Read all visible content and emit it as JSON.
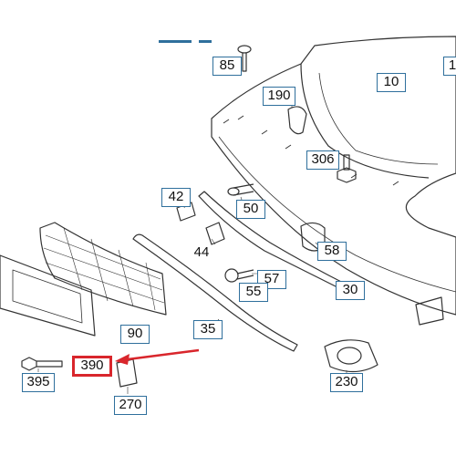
{
  "diagram": {
    "labels": {
      "p10": "10",
      "p30": "30",
      "p35": "35",
      "p42": "42",
      "p44": "44",
      "p50": "50",
      "p55": "55",
      "p57": "57",
      "p58": "58",
      "p85": "85",
      "p90": "90",
      "p190": "190",
      "p230": "230",
      "p270": "270",
      "p306": "306",
      "p390": "390",
      "p395": "395",
      "p1": "1"
    },
    "highlight": {
      "part": "390",
      "color": "#d9262c"
    },
    "colors": {
      "label_border": "#2f6f9c",
      "line_art": "#333333"
    }
  }
}
